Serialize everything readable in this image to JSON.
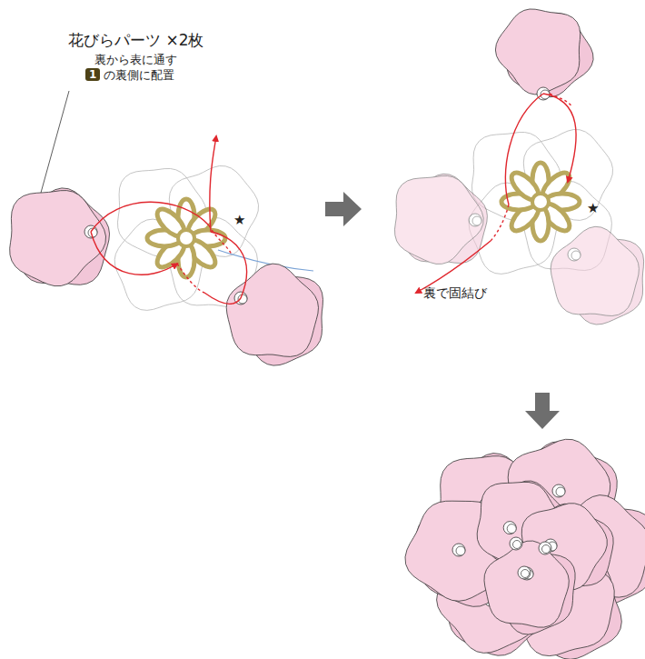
{
  "diagram": {
    "labels": [
      "花びらパーツ ×2枚",
      "裏から表に通す",
      "1",
      "の裏側に配置",
      "★",
      "★",
      "裏で固結び"
    ]
  }
}
